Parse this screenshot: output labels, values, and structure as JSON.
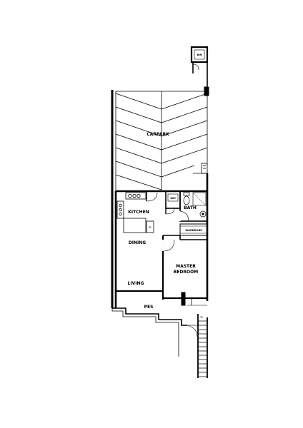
{
  "rooms": {
    "bin": "BIN",
    "carpark": "CARPARK",
    "wm": "WM",
    "kitchen": "KITCHEN",
    "bath": "BATH",
    "wardrobe": "WARDROBE",
    "dining": "DINING",
    "master_bedroom_line1": "MASTER",
    "master_bedroom_line2": "BEDROOM",
    "living": "LIVING",
    "pes": "PES"
  },
  "colors": {
    "wall": "#000000",
    "background": "#ffffff"
  }
}
